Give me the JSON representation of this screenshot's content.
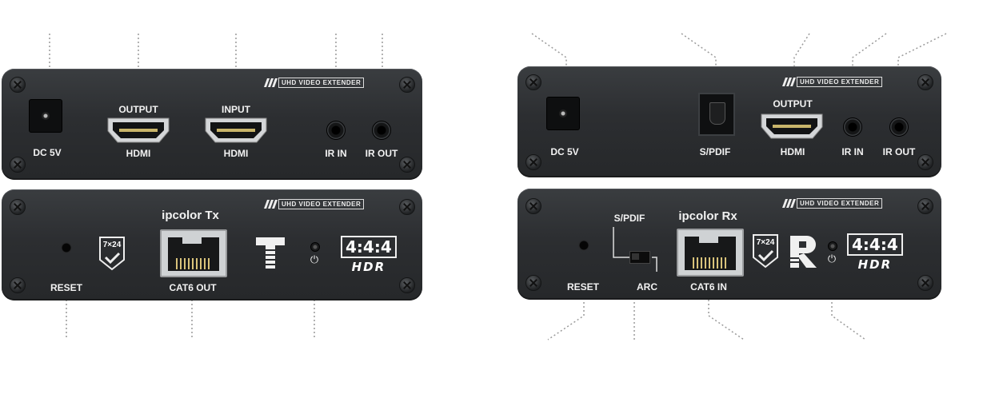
{
  "tx": {
    "brand_text": "UHD VIDEO EXTENDER",
    "back_labels": {
      "dc": "DC 5V",
      "hdmi_output_top": "OUTPUT",
      "hdmi_output_bottom": "HDMI",
      "hdmi_input_top": "INPUT",
      "hdmi_input_bottom": "HDMI",
      "ir_in": "IR IN",
      "ir_out": "IR OUT"
    },
    "front": {
      "title": "ipcolor Tx",
      "reset": "RESET",
      "badge": "7×24",
      "port": "CAT6 OUT",
      "hdr_ratio": "4:4:4",
      "hdr_text": "HDR",
      "power_symbol": "⏻"
    }
  },
  "rx": {
    "brand_text": "UHD VIDEO EXTENDER",
    "back_labels": {
      "dc": "DC 5V",
      "spdif": "S/PDIF",
      "hdmi_top": "OUTPUT",
      "hdmi_bottom": "HDMI",
      "ir_in": "IR IN",
      "ir_out": "IR OUT"
    },
    "front": {
      "title": "ipcolor Rx",
      "reset": "RESET",
      "switch_top": "S/PDIF",
      "switch_bottom": "ARC",
      "badge": "7×24",
      "port": "CAT6 IN",
      "hdr_ratio": "4:4:4",
      "hdr_text": "HDR",
      "power_symbol": "⏻"
    }
  },
  "colors": {
    "chassis": "#2c2e31",
    "text": "#f2f2f2",
    "leader": "#9a9a9a"
  },
  "icons": [
    "screw-icon",
    "hdmi-port-icon",
    "rj45-port-icon",
    "shield-check-icon",
    "power-icon",
    "t-logo-icon",
    "r-logo-icon"
  ]
}
